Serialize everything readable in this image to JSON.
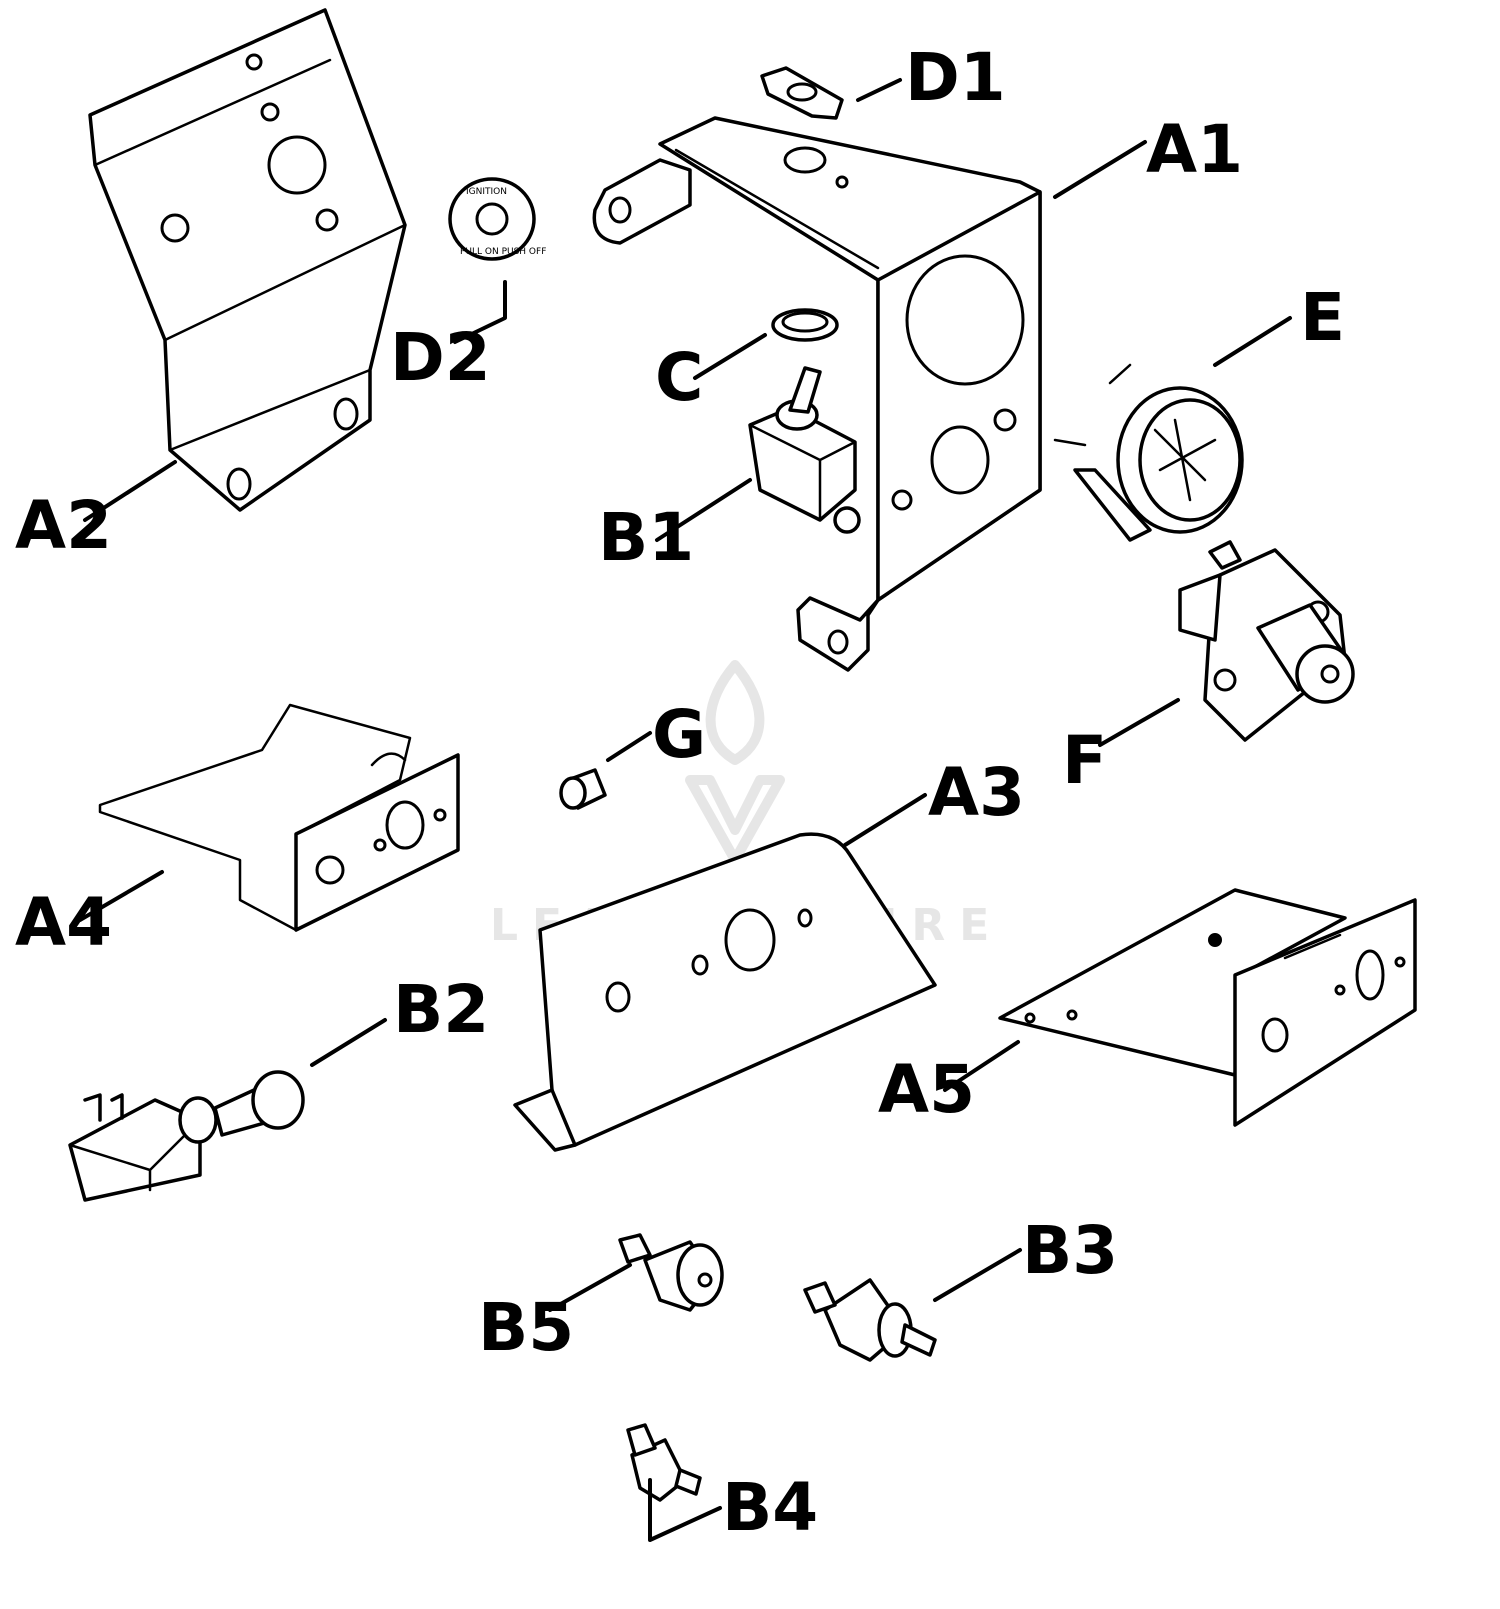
{
  "labels": {
    "a1": "A1",
    "a2": "A2",
    "a3": "A3",
    "a4": "A4",
    "a5": "A5",
    "b1": "B1",
    "b2": "B2",
    "b3": "B3",
    "b4": "B4",
    "b5": "B5",
    "c": "C",
    "d1": "D1",
    "d2": "D2",
    "e": "E",
    "f": "F",
    "g": "G"
  },
  "decal_text": {
    "d2_top": "IGNITION",
    "d2_bottom": "PULL ON PUSH OFF"
  },
  "watermark": {
    "text": "LEADVENTURE",
    "logo_icon": "flame-v-logo-icon"
  },
  "colors": {
    "line": "#000000",
    "background": "#ffffff",
    "watermark": "#e6e6e6"
  }
}
